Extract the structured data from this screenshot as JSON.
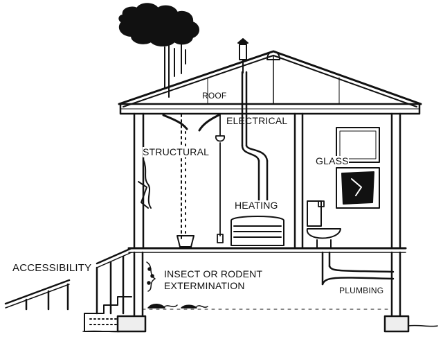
{
  "labels": {
    "roof": "ROOF",
    "electrical": "ELECTRICAL",
    "structural": "STRUCTURAL",
    "glass": "GLASS",
    "heating": "HEATING",
    "accessibility": "ACCESSIBILITY",
    "insect_line1": "INSECT OR RODENT",
    "insect_line2": "EXTERMINATION",
    "plumbing": "PLUMBING"
  },
  "icons": [
    "storm-cloud-icon",
    "rain-icon",
    "chimney-icon",
    "light-bulb-icon",
    "furnace-icon",
    "toilet-icon",
    "sink-icon",
    "bucket-icon",
    "rodent-icon"
  ]
}
